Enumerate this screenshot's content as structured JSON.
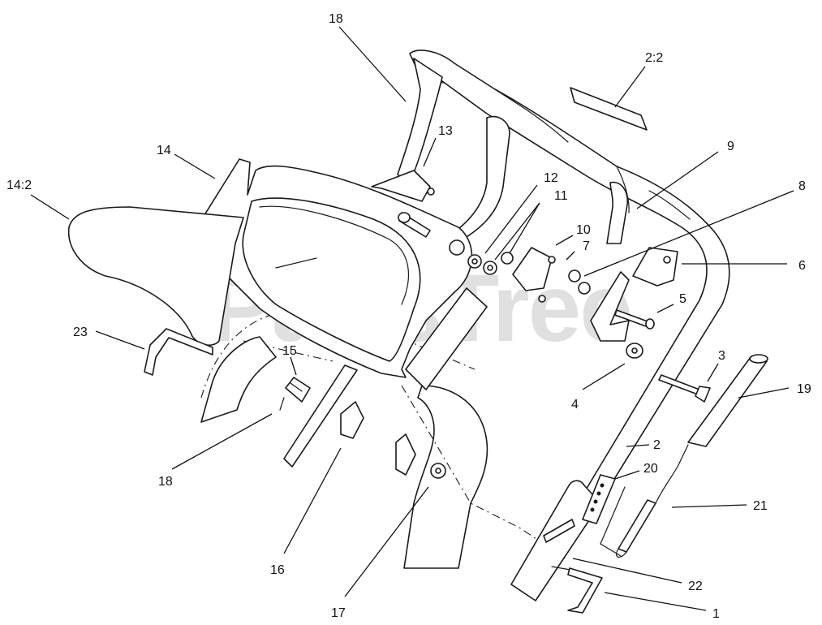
{
  "watermark": "PartsTree",
  "callouts": [
    {
      "id": "c-18-top",
      "text": "18"
    },
    {
      "id": "c-2-2",
      "text": "2:2"
    },
    {
      "id": "c-13",
      "text": "13"
    },
    {
      "id": "c-14",
      "text": "14"
    },
    {
      "id": "c-14-2",
      "text": "14:2"
    },
    {
      "id": "c-9",
      "text": "9"
    },
    {
      "id": "c-8",
      "text": "8"
    },
    {
      "id": "c-12",
      "text": "12"
    },
    {
      "id": "c-11",
      "text": "11"
    },
    {
      "id": "c-10",
      "text": "10"
    },
    {
      "id": "c-7",
      "text": "7"
    },
    {
      "id": "c-6",
      "text": "6"
    },
    {
      "id": "c-5",
      "text": "5"
    },
    {
      "id": "c-23",
      "text": "23"
    },
    {
      "id": "c-15",
      "text": "15"
    },
    {
      "id": "c-3",
      "text": "3"
    },
    {
      "id": "c-4",
      "text": "4"
    },
    {
      "id": "c-19",
      "text": "19"
    },
    {
      "id": "c-2",
      "text": "2"
    },
    {
      "id": "c-20",
      "text": "20"
    },
    {
      "id": "c-18-bottom",
      "text": "18"
    },
    {
      "id": "c-21",
      "text": "21"
    },
    {
      "id": "c-16",
      "text": "16"
    },
    {
      "id": "c-22",
      "text": "22"
    },
    {
      "id": "c-17",
      "text": "17"
    },
    {
      "id": "c-1",
      "text": "1"
    }
  ]
}
